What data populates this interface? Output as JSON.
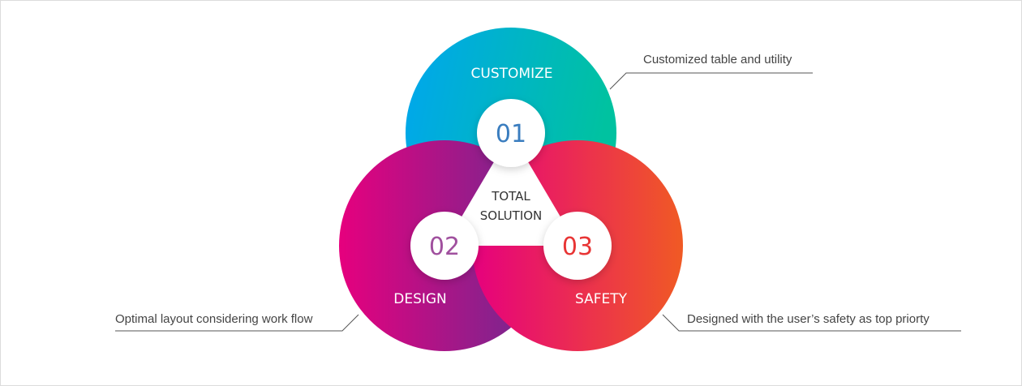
{
  "center": {
    "line1": "TOTAL",
    "line2": "SOLUTION"
  },
  "segments": [
    {
      "number": "01",
      "label": "CUSTOMIZE",
      "caption": "Customized table and utility",
      "number_color": "#3a7dbf"
    },
    {
      "number": "02",
      "label": "DESIGN",
      "caption": "Optimal layout considering work flow",
      "number_color": "#a0509e"
    },
    {
      "number": "03",
      "label": "SAFETY",
      "caption": "Designed with the user’s safety as top priorty",
      "number_color": "#e83535"
    }
  ],
  "colors": {
    "customize_start": "#00a6ef",
    "customize_end": "#00c2a0",
    "design_start": "#e6007e",
    "design_end": "#6a2c91",
    "safety_start": "#e6007e",
    "safety_end": "#f05a24"
  }
}
